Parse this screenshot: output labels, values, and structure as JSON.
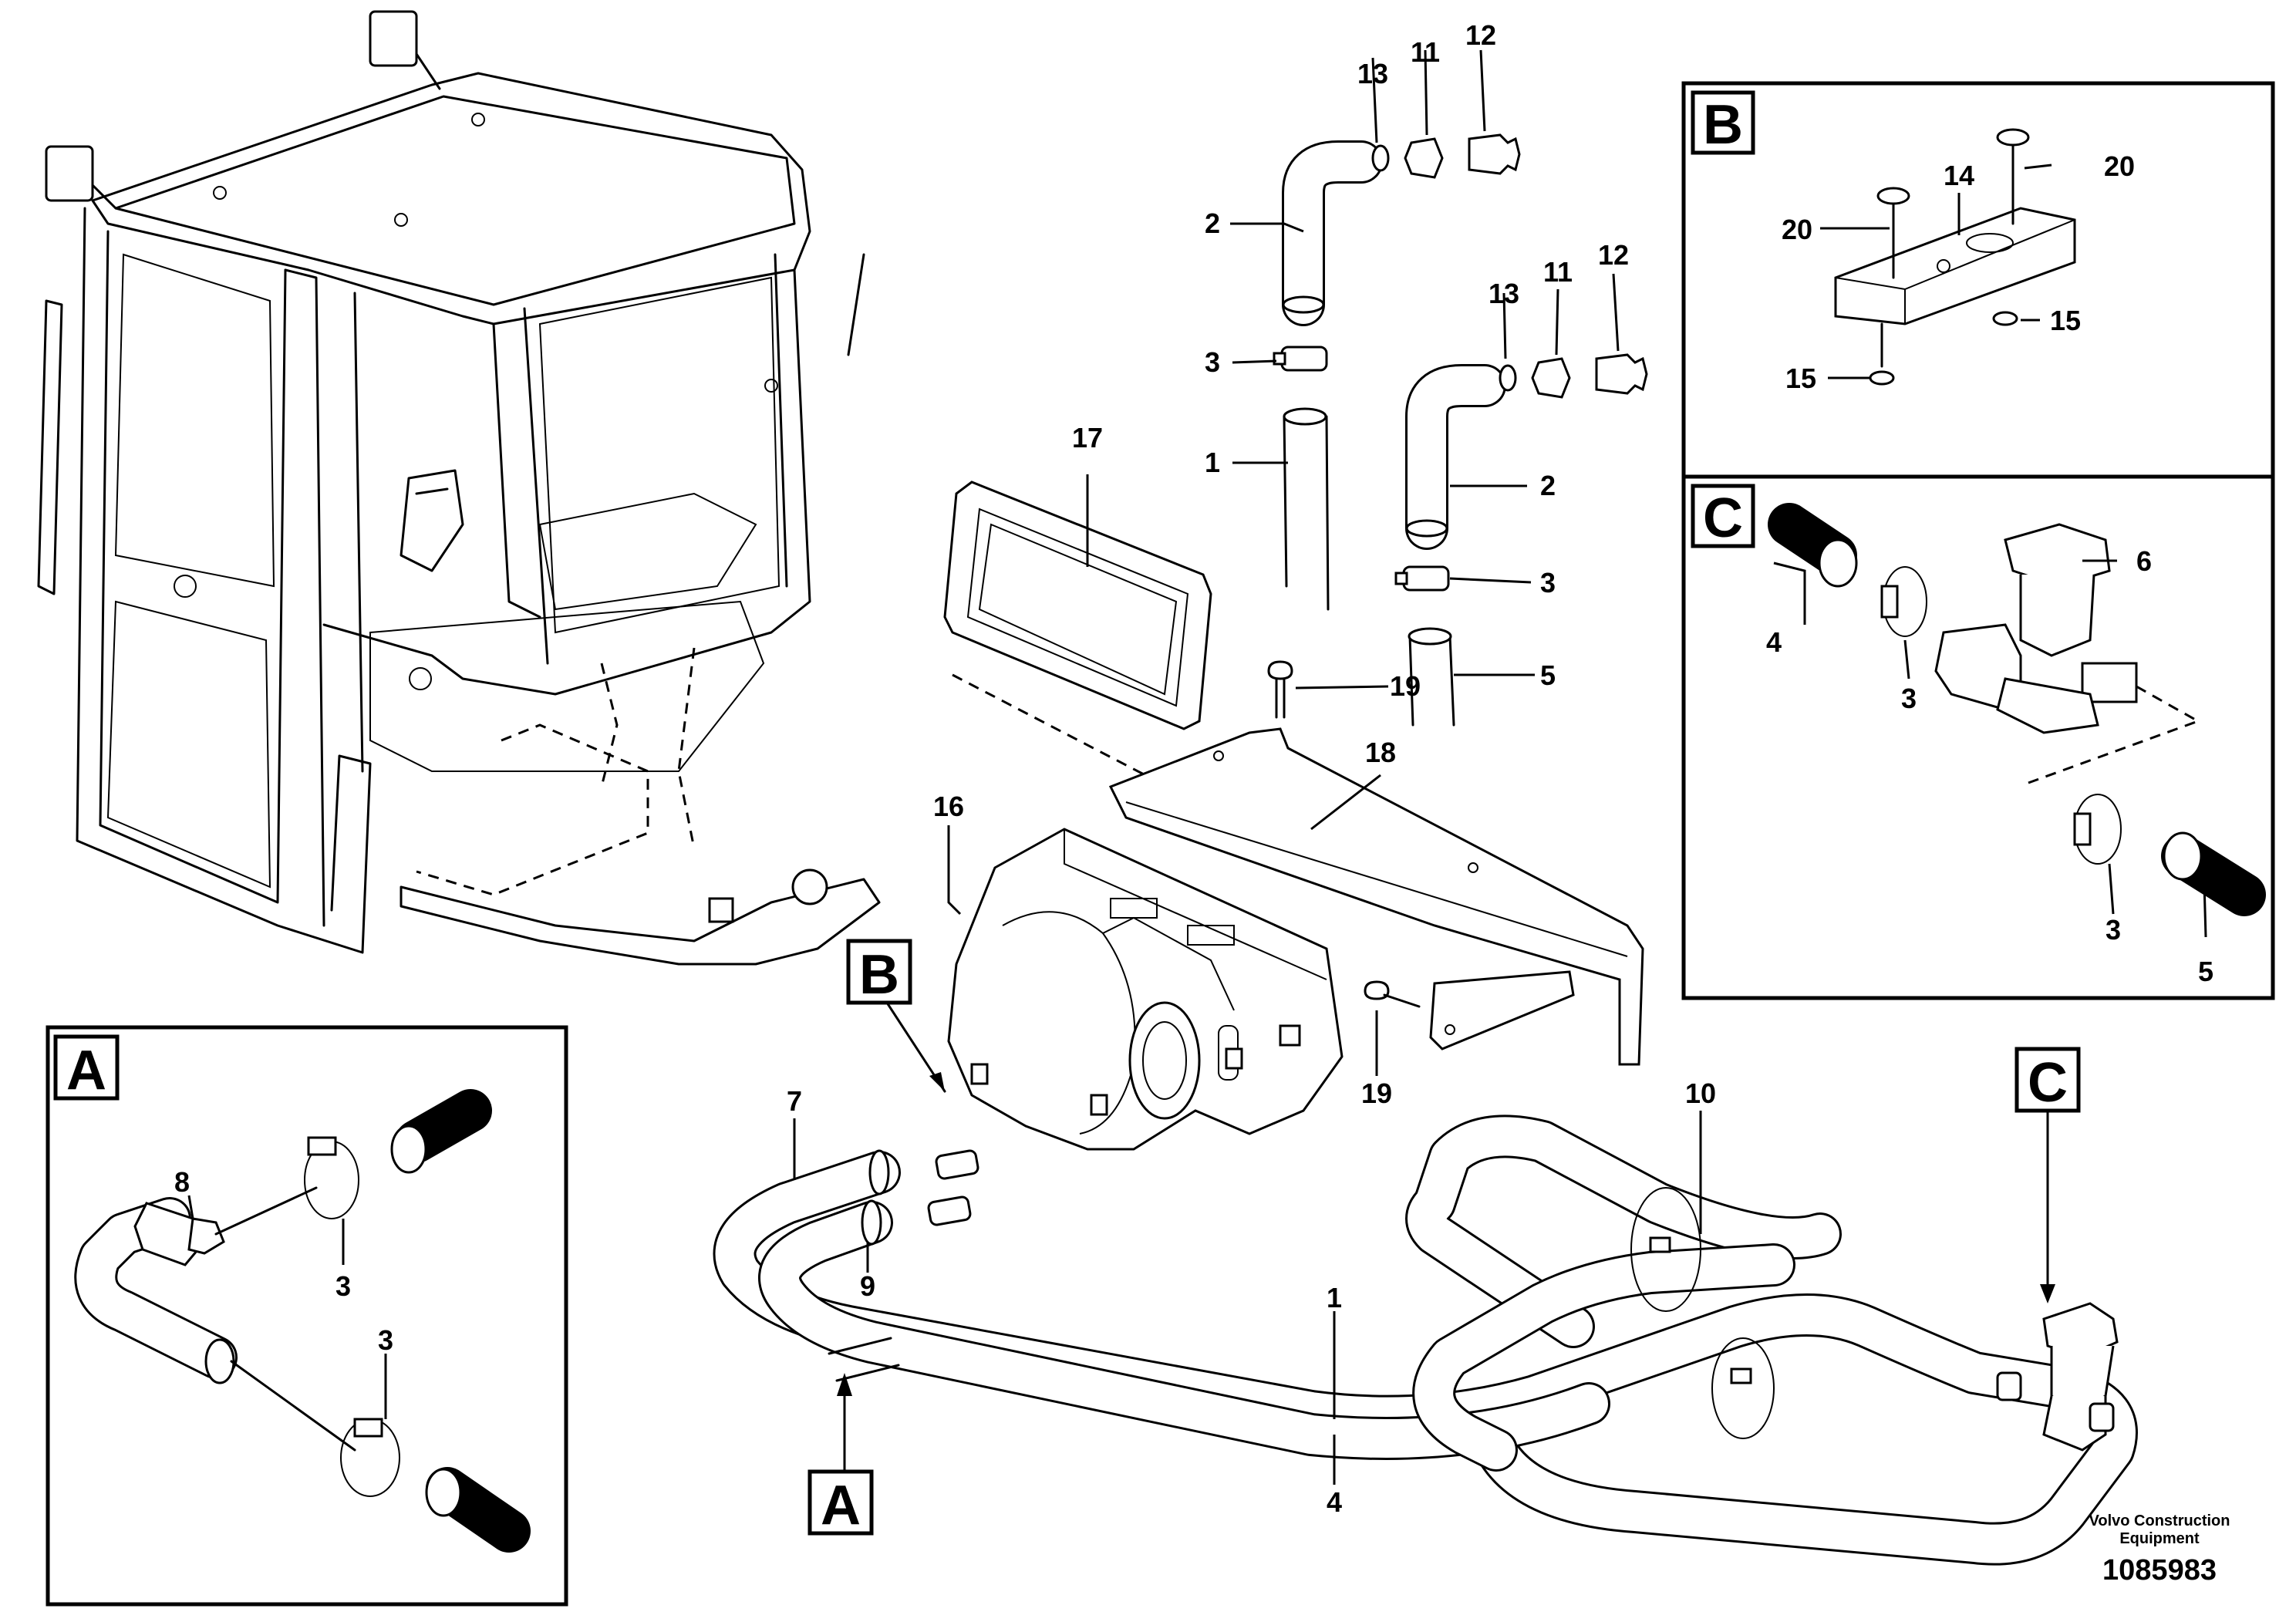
{
  "callouts": {
    "part_1a": "1",
    "part_1b": "1",
    "part_2a": "2",
    "part_2b": "2",
    "part_3a": "3",
    "part_3b": "3",
    "part_3c": "3",
    "part_3d": "3",
    "part_3e": "3",
    "part_3f": "3",
    "part_4a": "4",
    "part_4b": "4",
    "part_5a": "5",
    "part_5b": "5",
    "part_6": "6",
    "part_7": "7",
    "part_8": "8",
    "part_9": "9",
    "part_10": "10",
    "part_11a": "11",
    "part_11b": "11",
    "part_12a": "12",
    "part_12b": "12",
    "part_13a": "13",
    "part_13b": "13",
    "part_14": "14",
    "part_15a": "15",
    "part_15b": "15",
    "part_16": "16",
    "part_17": "17",
    "part_18": "18",
    "part_19a": "19",
    "part_19b": "19",
    "part_20a": "20",
    "part_20b": "20"
  },
  "detail_views": {
    "a_box": "A",
    "a_pointer": "A",
    "b_box": "B",
    "b_pointer": "B",
    "c_box": "C",
    "c_pointer": "C"
  },
  "footer": {
    "company_line1": "Volvo Construction",
    "company_line2": "Equipment",
    "drawing_number": "1085983"
  }
}
